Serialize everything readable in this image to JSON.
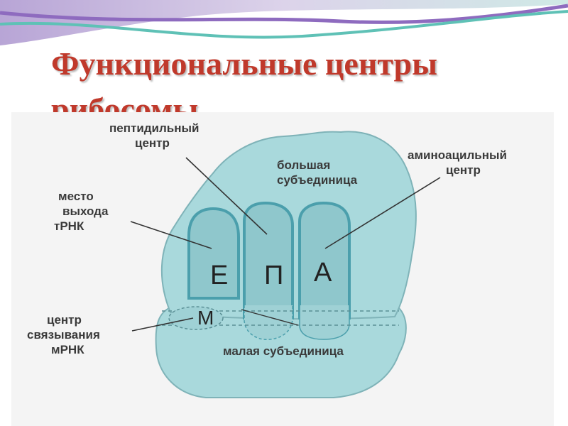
{
  "title": {
    "line1": "Функциональные центры",
    "line2": "рибосомы"
  },
  "labels": {
    "peptidyl": {
      "line1": "пептидильный",
      "line2": "центр"
    },
    "large_subunit": {
      "line1": "большая",
      "line2": "субъединица"
    },
    "aminoacyl": {
      "line1": "аминоацильный",
      "line2": "центр"
    },
    "exit_site": {
      "line1": "место",
      "line2": "выхода",
      "line3": "тРНК"
    },
    "mrna_binding": {
      "line1": "центр",
      "line2": "связывания",
      "line3": "мРНК"
    },
    "small_subunit": "малая субъединица"
  },
  "sites": {
    "e": "Е",
    "p": "П",
    "a": "А",
    "m": "М"
  },
  "colors": {
    "title": "#c0392b",
    "banner_purple": "#8e6bbf",
    "banner_teal": "#5fc1b6",
    "ribosome_fill": "#a9d9dc",
    "ribosome_stroke": "#7fb3b8",
    "site_rim": "#4b9fac",
    "label_text": "#3a3a3a"
  }
}
